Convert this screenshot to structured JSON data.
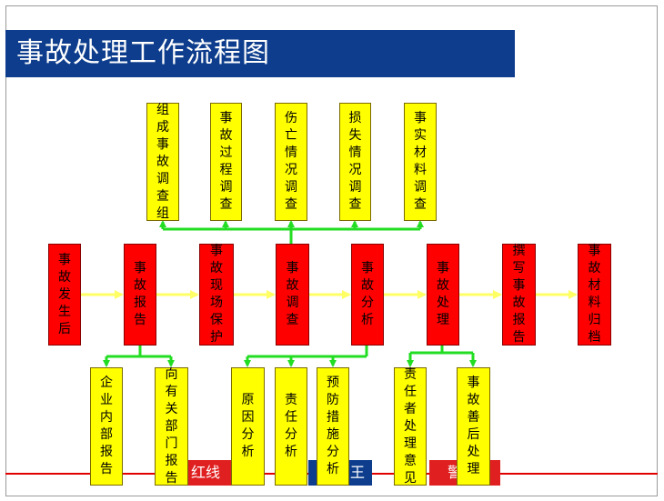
{
  "title": "事故处理工作流程图",
  "top_boxes": [
    "组成事故调查组",
    "事故过程调查",
    "伤亡情况调查",
    "损失情况调查",
    "事实材料调查"
  ],
  "main_boxes": [
    "事故发生后",
    "事故报告",
    "事故现场保护",
    "事故调查",
    "事故分析",
    "事故处理",
    "撰写事故报告",
    "事故材料归档"
  ],
  "bottom_boxes": [
    "企业内部报告",
    "向有关部门报告",
    "原因分析",
    "责任分析",
    "预防措施分析",
    "责任者处理意见",
    "事故善后处理"
  ],
  "footer": {
    "left_label": "红线",
    "middle_label": "王",
    "right_label": "警"
  },
  "colors": {
    "title_bg": "#0d3d8c",
    "main_box": "#ff0000",
    "side_box": "#ffff00",
    "connector": "#22dd22",
    "main_arrow": "#ffff66",
    "footer_line": "#e00000"
  }
}
